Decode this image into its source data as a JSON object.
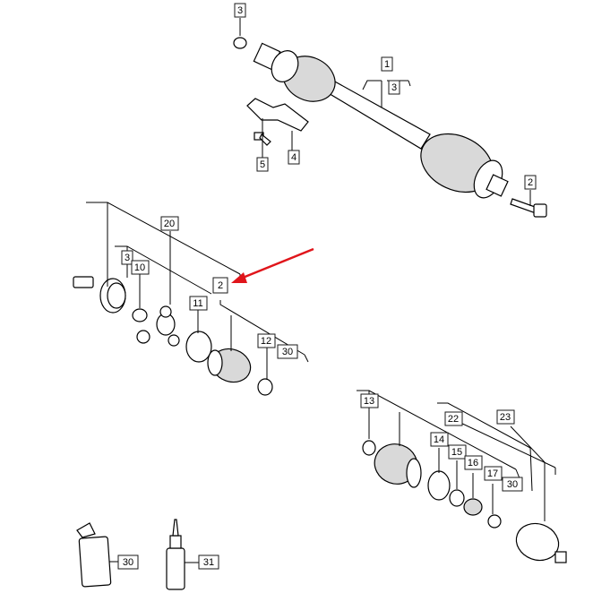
{
  "callouts": {
    "c1": "1",
    "c2a": "2",
    "c2b": "2",
    "c3a": "3",
    "c3b": "3",
    "c3c": "3",
    "c4": "4",
    "c5": "5",
    "c10": "10",
    "c11": "11",
    "c12": "12",
    "c13": "13",
    "c14": "14",
    "c15": "15",
    "c16": "16",
    "c17": "17",
    "c20": "20",
    "c22": "22",
    "c23": "23",
    "c30a": "30",
    "c30b": "30",
    "c30c": "30",
    "c31": "31"
  },
  "colors": {
    "highlight": "#e0151b",
    "line": "#000000"
  },
  "icons": [
    "highlight-arrow-icon",
    "tube-icon",
    "bottle-icon"
  ]
}
